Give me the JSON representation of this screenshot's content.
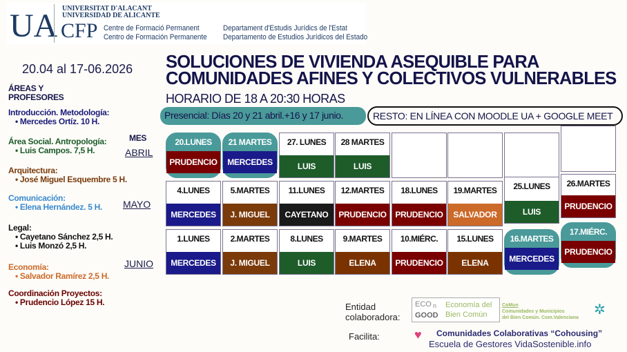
{
  "header": {
    "logo_ua": "UA",
    "uni_ca": "UNIVERSITAT D'ALACANT",
    "uni_es": "UNIVERSIDAD DE ALICANTE",
    "logo_cfp": "CFP",
    "cfp_ca": "Centre de Formació Permanent",
    "cfp_es": "Centro de Formación Permanente",
    "dept_ca": "Departament d'Estudis Jurídics de l'Estat",
    "dept_es": "Departamento de Estudios Jurídicos del Estado"
  },
  "dates": "20.04 al  17-06.2026",
  "areas_title_1": "ÁREAS Y",
  "areas_title_2": "PROFESORES",
  "areas": [
    {
      "area": "Introducción. Metodología:",
      "teachers": [
        "Mercedes Ortíz. 10 H."
      ],
      "color": "#1a1a7a"
    },
    {
      "area": "Área Social. Antropología:",
      "teachers": [
        "Luis Campos. 7,5 H."
      ],
      "color": "#1e5c2a"
    },
    {
      "area": "Arquitectura:",
      "teachers": [
        "José Miguel Esquembre 5 H."
      ],
      "color": "#7a3a0a"
    },
    {
      "area": "Comunicación:",
      "teachers": [
        "Elena Hernández. 5 H."
      ],
      "color": "#3a8ad0"
    },
    {
      "area": "Legal:",
      "teachers": [
        "Cayetano Sánchez  2,5 H.",
        "Luis Monzó           2,5 H."
      ],
      "color": "#111111"
    },
    {
      "area": "Economía:",
      "teachers": [
        "Salvador Ramírez   2,5 H."
      ],
      "color": "#cc6a2a"
    },
    {
      "area": "Coordinación Proyectos:",
      "teachers": [
        "Prudencio López     15 H."
      ],
      "color": "#6a0000"
    }
  ],
  "months": {
    "mes": "MES",
    "abril": "ABRIL",
    "mayo": "MAYO",
    "junio": "JUNIO"
  },
  "title_1": "SOLUCIONES DE VIVIENDA ASEQUIBLE PARA",
  "title_2": "COMUNIDADES AFINES Y COLECTIVOS VULNERABLES",
  "horario": "HORARIO DE 18 A 20:30 HORAS",
  "presencial": "Presencial: Días 20 y 21 abril.+16 y 17 junio.",
  "resto": "RESTO: EN LÍNEA CON MOODLE UA + GOOGLE MEET",
  "colors": {
    "PRUDENCIO": "#7a0000",
    "MERCEDES": "#1a1a8a",
    "LUIS": "#1e5c2a",
    "J. MIGUEL": "#7a3a0a",
    "CAYETANO": "#1a1a1a",
    "SALVADOR": "#cc6a2a",
    "ELENA": "#7a3300"
  },
  "calendar": [
    {
      "day": "20.LUNES",
      "who": "PRUDENCIO",
      "presencial": true
    },
    {
      "day": "21 MARTES",
      "who": "MERCEDES",
      "presencial": true
    },
    {
      "day": "27. LUNES",
      "who": "LUIS"
    },
    {
      "day": "28 MARTES",
      "who": "LUIS"
    },
    {
      "day": "",
      "who": ""
    },
    {
      "day": "",
      "who": ""
    },
    {
      "day": "",
      "who": ""
    },
    {
      "day": "",
      "who": ""
    },
    {
      "day": "4.LUNES",
      "who": "MERCEDES"
    },
    {
      "day": "5.MARTES",
      "who": "J. MIGUEL"
    },
    {
      "day": "11.LUNES",
      "who": "CAYETANO"
    },
    {
      "day": "12.MARTES",
      "who": "PRUDENCIO"
    },
    {
      "day": "18.LUNES",
      "who": "PRUDENCIO"
    },
    {
      "day": "19.MARTES",
      "who": "SALVADOR"
    },
    {
      "day": "25.LUNES",
      "who": "LUIS"
    },
    {
      "day": "26.MARTES",
      "who": "PRUDENCIO"
    },
    {
      "day": "1.LUNES",
      "who": "MERCEDES"
    },
    {
      "day": "2.MARTES",
      "who": "J. MIGUEL"
    },
    {
      "day": "8.LUNES",
      "who": "LUIS"
    },
    {
      "day": "9.MARTES",
      "who": "ELENA"
    },
    {
      "day": "10.MIÉRC.",
      "who": "PRUDENCIO"
    },
    {
      "day": "15.LUNES",
      "who": "ELENA"
    },
    {
      "day": "16.MARTES",
      "who": "MERCEDES",
      "presencial": true
    },
    {
      "day": "17.MIÉRC.",
      "who": "PRUDENCIO",
      "presencial": true
    }
  ],
  "footer": {
    "entidad": "Entidad colaboradora:",
    "econ_1": "ECO",
    "econ_n": "n",
    "econ_2": "GOOD",
    "econ_3": "Economía del",
    "econ_4": "Bien Común",
    "comun_1": "CoMun",
    "comun_2": "Comunidades y Municipios",
    "comun_3": "del Bien Común. Com.Valenciana",
    "facilita": "Facilita:",
    "cohousing": "Comunidades Colaborativas “Cohousing”",
    "escuela": "Escuela de Gestores VidaSostenible.info"
  }
}
